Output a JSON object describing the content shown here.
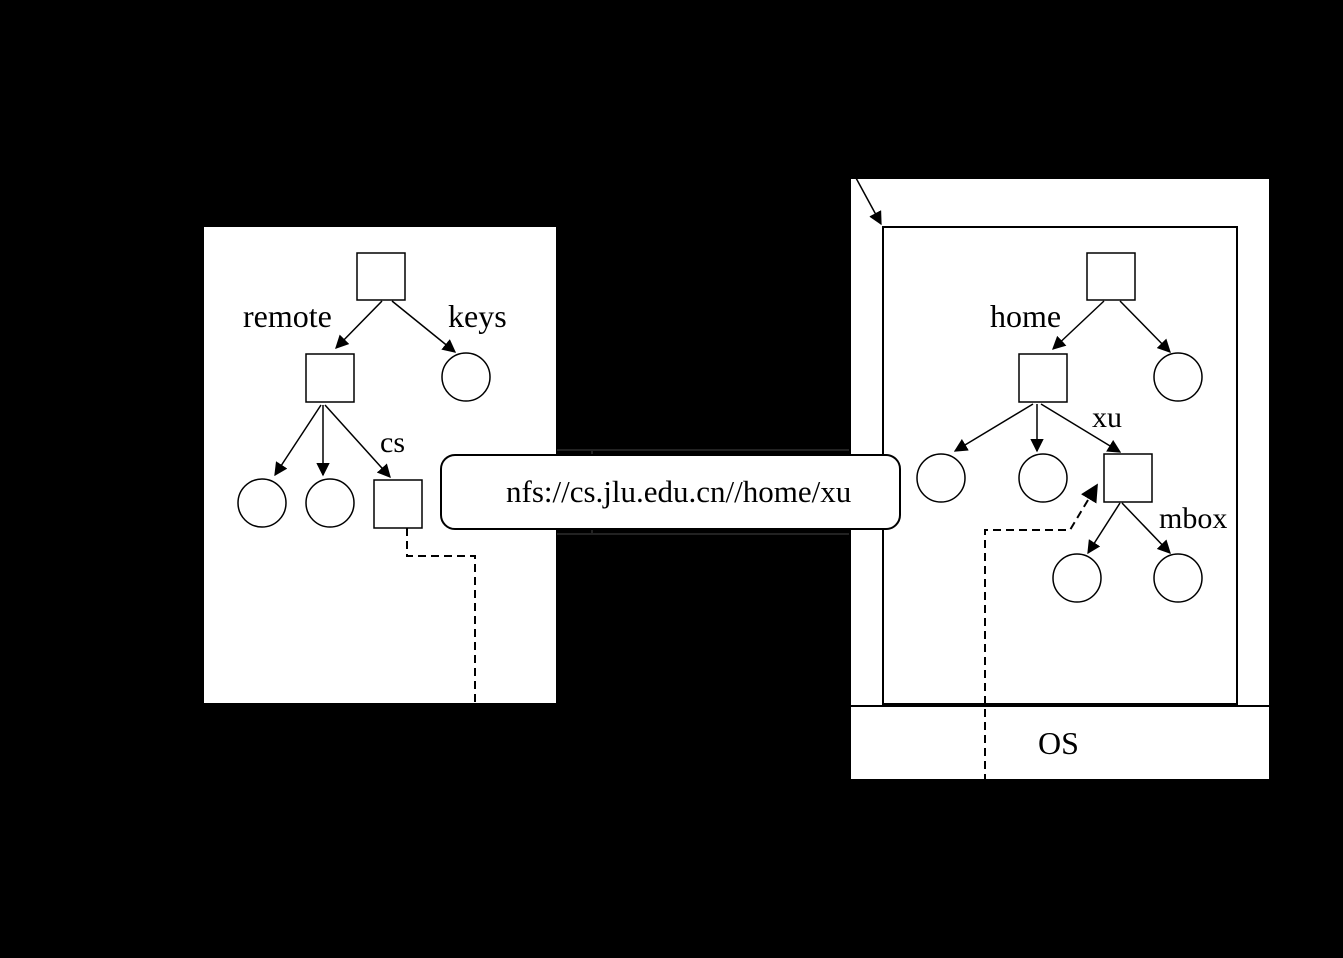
{
  "diagram": {
    "client_tree": {
      "labels": {
        "remote": "remote",
        "keys": "keys",
        "cs": "cs"
      }
    },
    "url_box": {
      "text": "nfs://cs.jlu.edu.cn//home/xu"
    },
    "server_tree": {
      "labels": {
        "home": "home",
        "xu": "xu",
        "mbox": "mbox"
      }
    },
    "os_box": {
      "label": "OS"
    }
  }
}
